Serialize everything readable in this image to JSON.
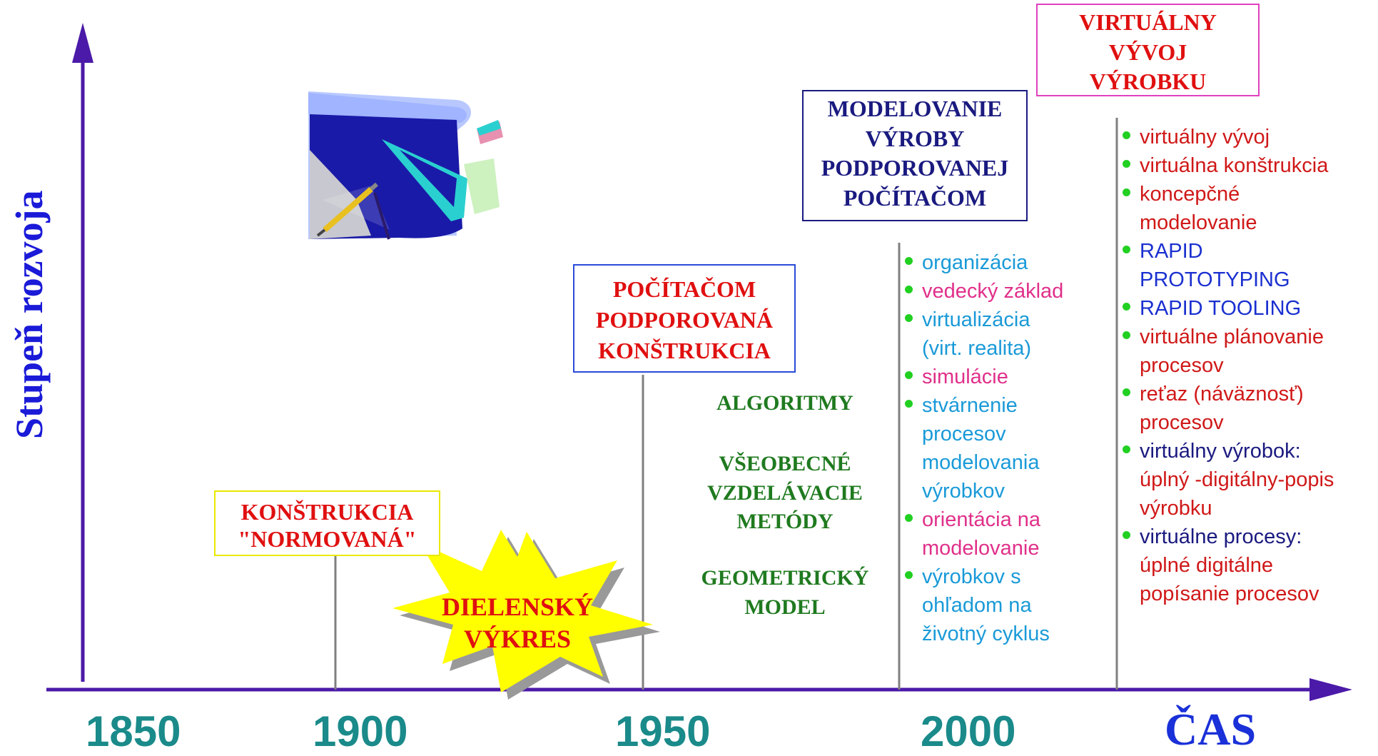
{
  "axes": {
    "y_label": "Stupeň rozvoja",
    "x_label": "ČAS",
    "years": [
      "1850",
      "1900",
      "1950",
      "2000"
    ],
    "axis_color": "#4b1aa8"
  },
  "boxes": {
    "konstrukcia_normovana": {
      "lines": [
        "KONŠTRUKCIA",
        "\"NORMOVANÁ\""
      ],
      "text_color": "#e01010",
      "border_color": "#e8e800"
    },
    "dielensky_vykres": {
      "lines": [
        "DIELENSKÝ",
        "VÝKRES"
      ],
      "text_color": "#e01010",
      "fill_color": "#ffff00"
    },
    "pocitacom_podporovana": {
      "lines": [
        "POČÍTAČOM",
        "PODPOROVANÁ",
        "KONŠTRUKCIA"
      ],
      "text_color": "#e01010",
      "border_color": "#2a4bd8"
    },
    "modelovanie_vyroby": {
      "lines": [
        "MODELOVANIE",
        "VÝROBY",
        "PODPOROVANEJ",
        "POČÍTAČOM"
      ],
      "text_color": "#1a1a80",
      "border_color": "#1a1a80"
    },
    "virtualny_vyvoj": {
      "lines": [
        "VIRTUÁLNY",
        "VÝVOJ",
        "VÝROBKU"
      ],
      "text_color": "#e01010",
      "border_color": "#e040c0"
    }
  },
  "green_labels": [
    {
      "lines": [
        "ALGORITMY"
      ]
    },
    {
      "lines": [
        "VŠEOBECNÉ",
        "VZDELÁVACIE",
        "METÓDY"
      ]
    },
    {
      "lines": [
        "GEOMETRICKÝ",
        "MODEL"
      ]
    }
  ],
  "list_2000": [
    {
      "lines": [
        "organizácia"
      ],
      "color": "#1a9ad8"
    },
    {
      "lines": [
        "vedecký základ"
      ],
      "color": "#e0308a"
    },
    {
      "lines": [
        "virtualizácia",
        "(virt. realita)"
      ],
      "color": "#1a9ad8"
    },
    {
      "lines": [
        "simulácie"
      ],
      "color": "#e0308a"
    },
    {
      "lines": [
        "stvárnenie",
        "procesov",
        "modelovania",
        "výrobkov"
      ],
      "color": "#1a9ad8"
    },
    {
      "lines": [
        "orientácia na",
        "modelovanie"
      ],
      "color": "#e0308a"
    },
    {
      "lines": [
        "výrobkov s",
        "ohľadom na",
        "životný cyklus"
      ],
      "color": "#1a9ad8"
    }
  ],
  "list_virtual": [
    {
      "segments": [
        {
          "text": "virtuálny vývoj",
          "color": "#d01818"
        }
      ]
    },
    {
      "segments": [
        {
          "text": "virtuálna konštrukcia",
          "color": "#d01818"
        }
      ]
    },
    {
      "segments": [
        {
          "text": "koncepčné",
          "color": "#d01818"
        },
        {
          "text": "modelovanie",
          "color": "#d01818"
        }
      ]
    },
    {
      "segments": [
        {
          "text": "RAPID",
          "color": "#1a30d0"
        },
        {
          "text": "PROTOTYPING",
          "color": "#1a30d0"
        }
      ]
    },
    {
      "segments": [
        {
          "text": "RAPID TOOLING",
          "color": "#1a30d0"
        }
      ]
    },
    {
      "segments": [
        {
          "text": "virtuálne plánovanie",
          "color": "#d01818"
        },
        {
          "text": "procesov",
          "color": "#d01818"
        }
      ]
    },
    {
      "segments": [
        {
          "text": "reťaz (náväznosť)",
          "color": "#d01818"
        },
        {
          "text": "procesov",
          "color": "#d01818"
        }
      ]
    },
    {
      "segments": [
        {
          "text": "virtuálny výrobok:",
          "color": "#1a1a80"
        },
        {
          "text": "úplný -digitálny-popis",
          "color": "#d01818"
        },
        {
          "text": "výrobku",
          "color": "#d01818"
        }
      ]
    },
    {
      "segments": [
        {
          "text": "virtuálne procesy:",
          "color": "#1a1a80"
        },
        {
          "text": "úplné digitálne",
          "color": "#d01818"
        },
        {
          "text": "popísanie procesov",
          "color": "#d01818"
        }
      ]
    }
  ],
  "icons": {
    "clipart": "drafting-board-icon"
  }
}
